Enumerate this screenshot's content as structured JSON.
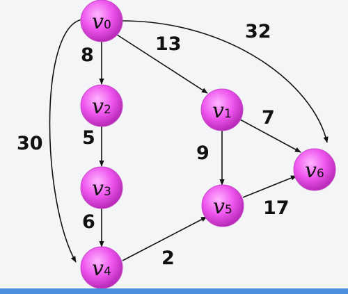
{
  "colors": {
    "node_fill_light": "#ffb6ff",
    "node_fill": "#ee55ee",
    "node_fill_dark": "#b82ab8",
    "edge": "#111111",
    "bottom_bar": "#4a8fe0"
  },
  "nodes": [
    {
      "id": "v0",
      "letter": "v",
      "sub": "0"
    },
    {
      "id": "v1",
      "letter": "v",
      "sub": "1"
    },
    {
      "id": "v2",
      "letter": "v",
      "sub": "2"
    },
    {
      "id": "v3",
      "letter": "v",
      "sub": "3"
    },
    {
      "id": "v4",
      "letter": "v",
      "sub": "4"
    },
    {
      "id": "v5",
      "letter": "v",
      "sub": "5"
    },
    {
      "id": "v6",
      "letter": "v",
      "sub": "6"
    }
  ],
  "edges": [
    {
      "from": "v0",
      "to": "v2",
      "weight": "8"
    },
    {
      "from": "v0",
      "to": "v1",
      "weight": "13"
    },
    {
      "from": "v0",
      "to": "v6",
      "weight": "32"
    },
    {
      "from": "v0",
      "to": "v4",
      "weight": "30"
    },
    {
      "from": "v2",
      "to": "v3",
      "weight": "5"
    },
    {
      "from": "v3",
      "to": "v4",
      "weight": "6"
    },
    {
      "from": "v4",
      "to": "v5",
      "weight": "2"
    },
    {
      "from": "v1",
      "to": "v5",
      "weight": "9"
    },
    {
      "from": "v1",
      "to": "v6",
      "weight": "7"
    },
    {
      "from": "v5",
      "to": "v6",
      "weight": "17"
    }
  ]
}
